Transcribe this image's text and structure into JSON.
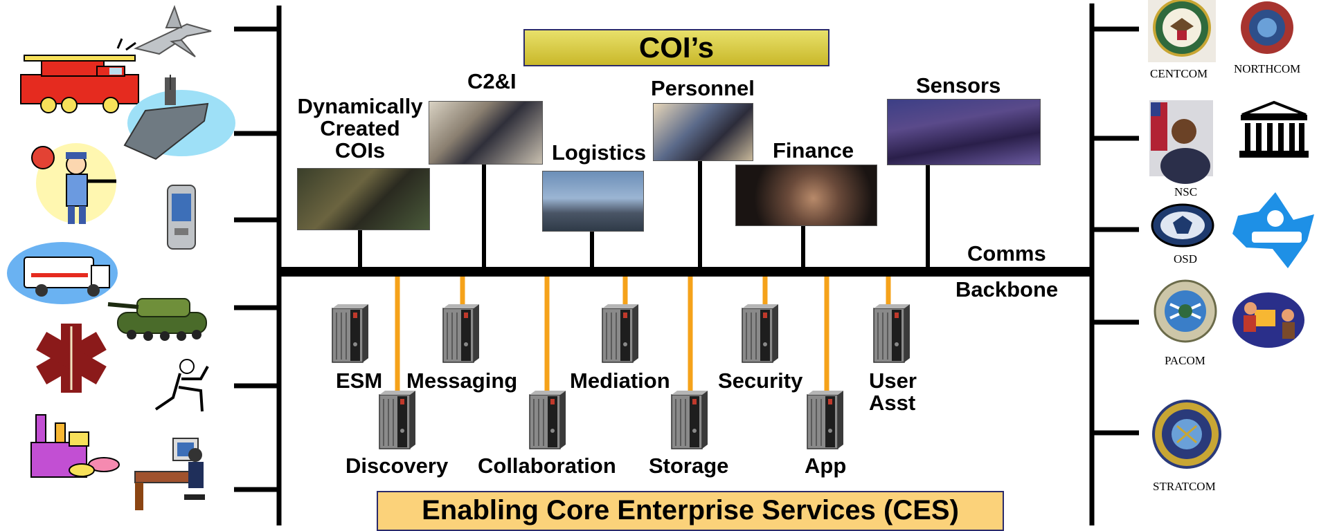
{
  "coi_banner": "COI’s",
  "ces_banner": "Enabling Core Enterprise Services (CES)",
  "backbone": {
    "comms": "Comms",
    "backbone": "Backbone"
  },
  "cois": [
    {
      "line1": "Dynamically",
      "line2": "Created",
      "line3": "COIs"
    },
    {
      "label": "C2&I"
    },
    {
      "label": "Logistics"
    },
    {
      "label": "Personnel"
    },
    {
      "label": "Finance"
    },
    {
      "label": "Sensors"
    }
  ],
  "services": [
    {
      "label": "ESM"
    },
    {
      "label": "Messaging"
    },
    {
      "label": "Mediation"
    },
    {
      "label": "Security"
    },
    {
      "line1": "User",
      "line2": "Asst"
    },
    {
      "label": "Discovery"
    },
    {
      "label": "Collaboration"
    },
    {
      "label": "Storage"
    },
    {
      "label": "App"
    }
  ],
  "organizations": {
    "centcom": "CENTCOM",
    "northcom": "NORTHCOM",
    "nsc": "NSC",
    "osd": "OSD",
    "pacom": "PACOM",
    "stratcom": "STRATCOM"
  },
  "colors": {
    "bus": "#000000",
    "service_link": "#f5a21a",
    "coi_banner": "#d9cb3f",
    "ces_banner": "#fbd27a"
  }
}
